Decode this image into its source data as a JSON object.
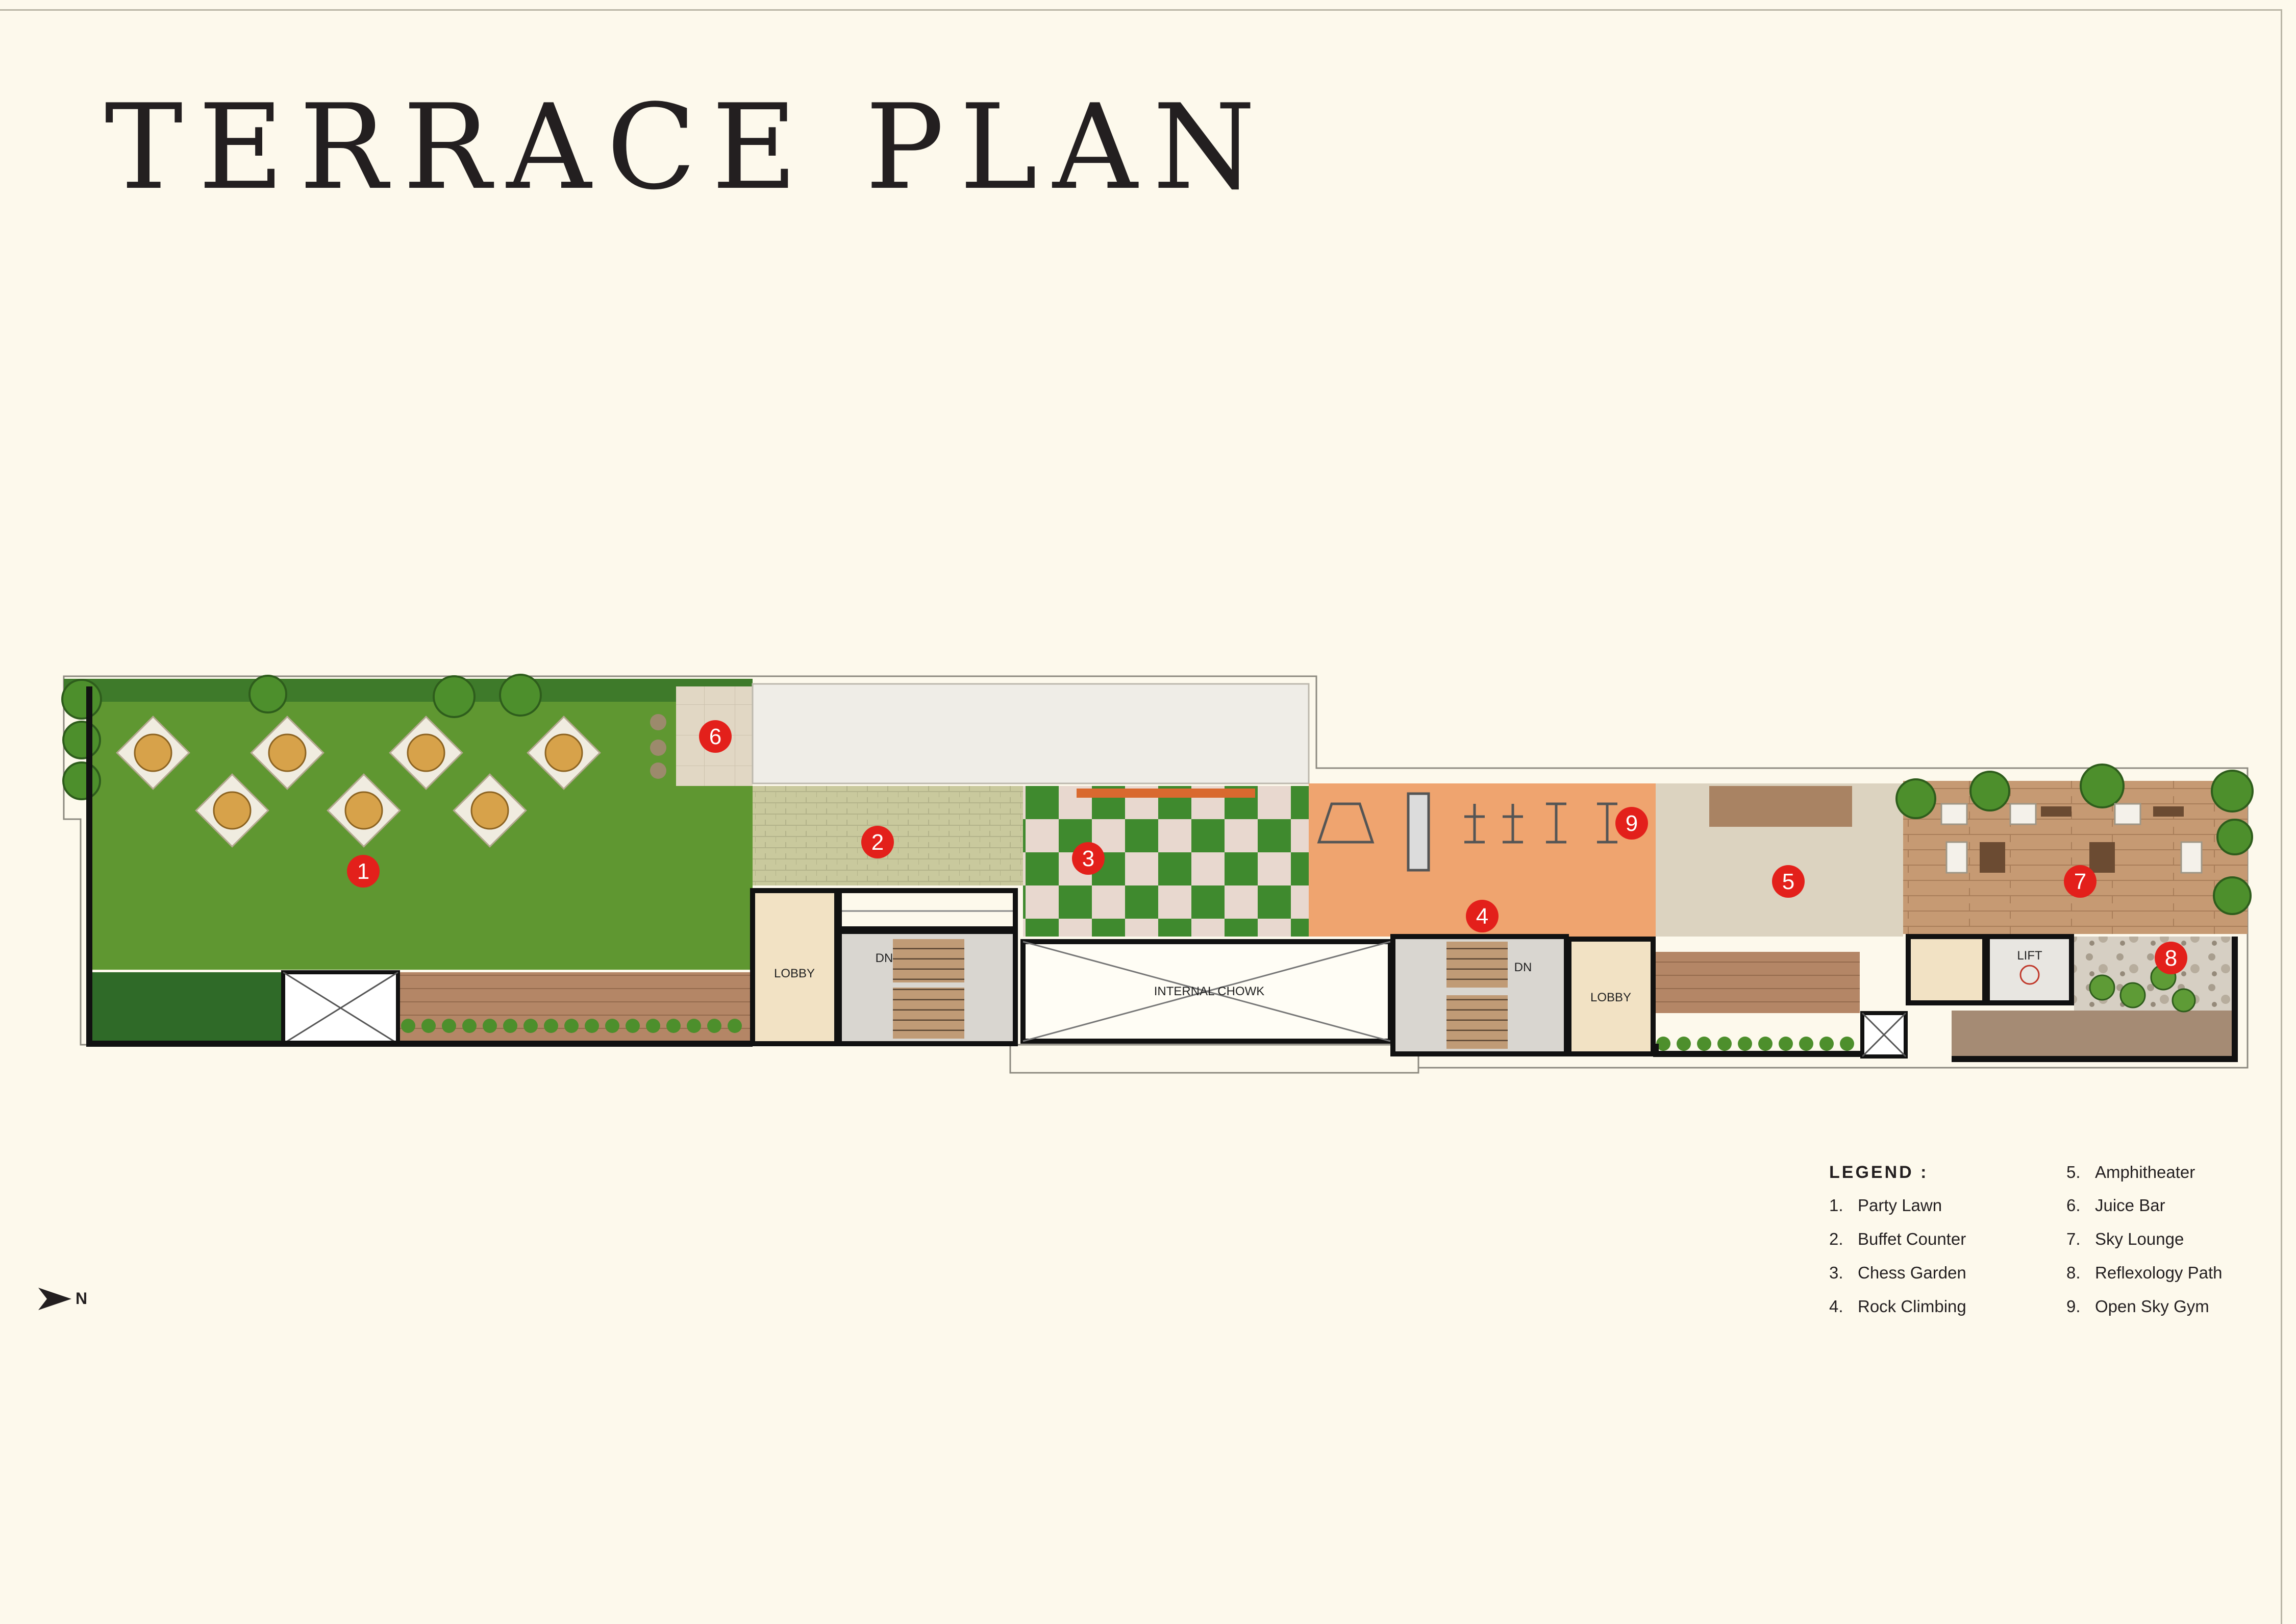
{
  "title": "TERRACE PLAN",
  "north_label": "N",
  "plan_labels": {
    "lobby_west": "LOBBY",
    "stair_west_dn": "DN",
    "internal_chowk": "INTERNAL CHOWK",
    "stair_east_dn": "DN",
    "lobby_east": "LOBBY",
    "lift": "LIFT"
  },
  "markers": [
    "1",
    "2",
    "3",
    "4",
    "5",
    "6",
    "7",
    "8",
    "9"
  ],
  "legend": {
    "title": "LEGEND :",
    "items": [
      {
        "number": "1.",
        "label": "Party Lawn"
      },
      {
        "number": "2.",
        "label": "Buffet Counter"
      },
      {
        "number": "3.",
        "label": "Chess Garden"
      },
      {
        "number": "4.",
        "label": "Rock Climbing"
      },
      {
        "number": "5.",
        "label": "Amphitheater"
      },
      {
        "number": "6.",
        "label": "Juice Bar"
      },
      {
        "number": "7.",
        "label": "Sky Lounge"
      },
      {
        "number": "8.",
        "label": "Reflexology Path"
      },
      {
        "number": "9.",
        "label": "Open Sky Gym"
      }
    ]
  },
  "colors": {
    "background": "#fdf9ec",
    "lawn": "#5f9731",
    "marker": "#e3201b",
    "wall": "#111111"
  }
}
